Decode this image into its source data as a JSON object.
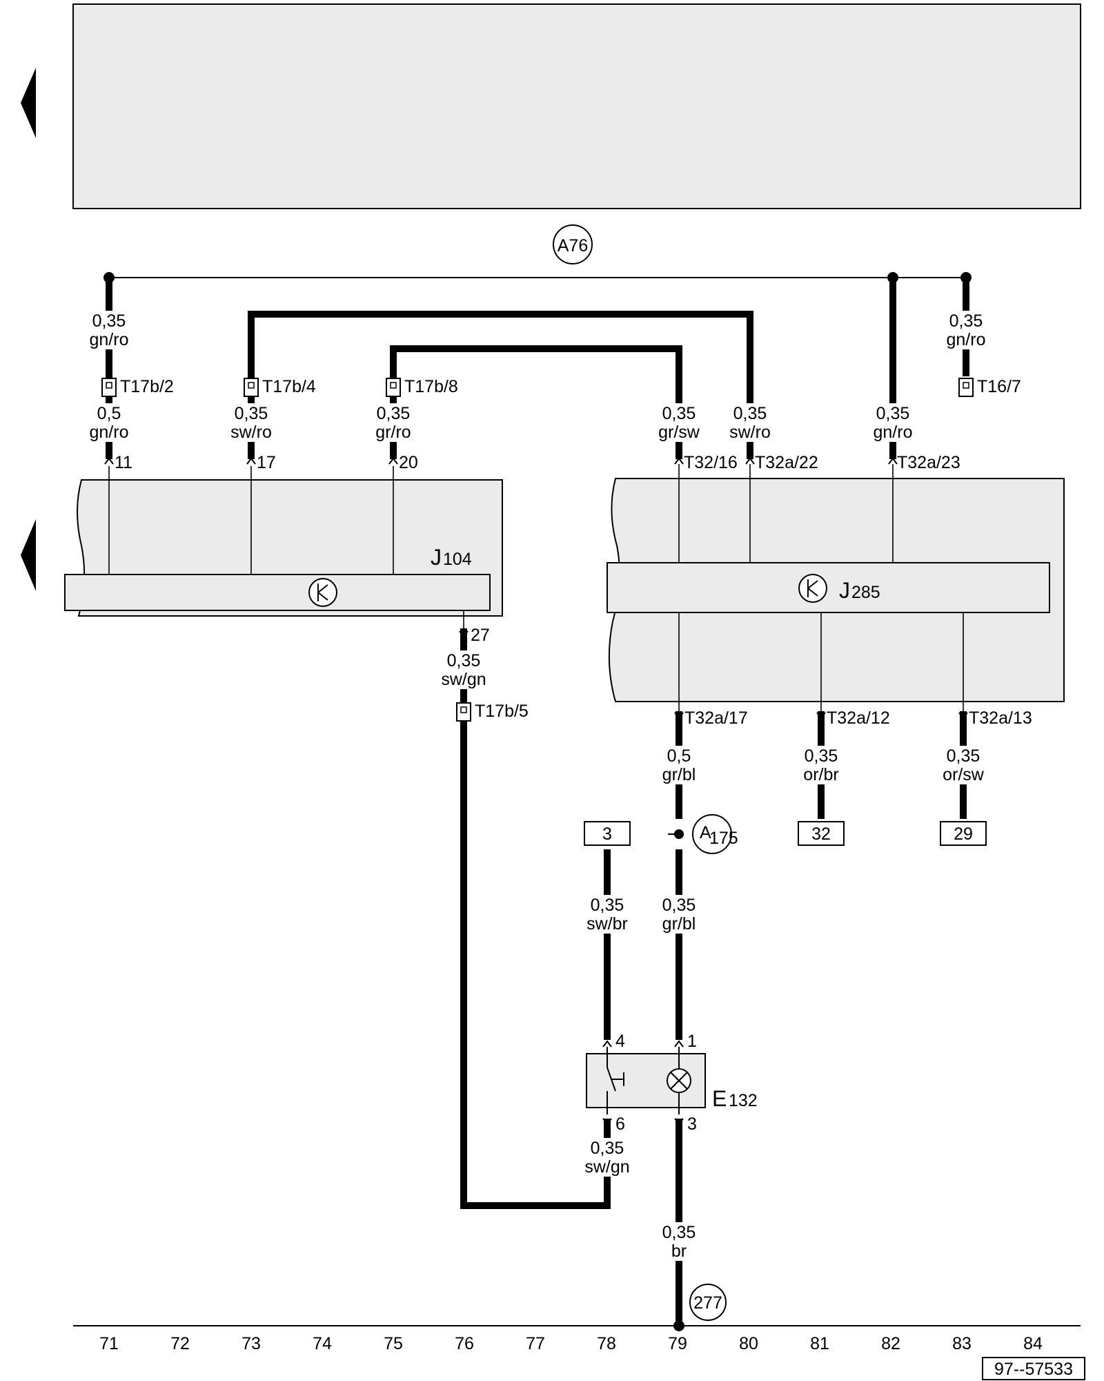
{
  "header": {
    "ground_point": "A76"
  },
  "connectors": [
    {
      "id": "t17b2",
      "label": "T17b/2"
    },
    {
      "id": "t17b4",
      "label": "T17b/4"
    },
    {
      "id": "t17b8",
      "label": "T17b/8"
    },
    {
      "id": "t167",
      "label": "T16/7"
    },
    {
      "id": "t17b5",
      "label": "T17b/5"
    }
  ],
  "wires": [
    {
      "id": "w1",
      "size": "0,35",
      "color": "gn/ro"
    },
    {
      "id": "w2",
      "size": "0,5",
      "color": "gn/ro"
    },
    {
      "id": "w3",
      "size": "0,35",
      "color": "sw/ro"
    },
    {
      "id": "w4",
      "size": "0,35",
      "color": "gr/ro"
    },
    {
      "id": "w5",
      "size": "0,35",
      "color": "gr/sw"
    },
    {
      "id": "w6",
      "size": "0,35",
      "color": "sw/ro"
    },
    {
      "id": "w7",
      "size": "0,35",
      "color": "gn/ro"
    },
    {
      "id": "w8",
      "size": "0,35",
      "color": "gn/ro"
    },
    {
      "id": "w9",
      "size": "0,35",
      "color": "sw/gn"
    },
    {
      "id": "w10",
      "size": "0,5",
      "color": "gr/bl"
    },
    {
      "id": "w11",
      "size": "0,35",
      "color": "or/br"
    },
    {
      "id": "w12",
      "size": "0,35",
      "color": "or/sw"
    },
    {
      "id": "w13",
      "size": "0,35",
      "color": "sw/br"
    },
    {
      "id": "w14",
      "size": "0,35",
      "color": "gr/bl"
    },
    {
      "id": "w15",
      "size": "0,35",
      "color": "sw/gn"
    },
    {
      "id": "w16",
      "size": "0,35",
      "color": "br"
    }
  ],
  "pins": {
    "j104_11": "11",
    "j104_17": "17",
    "j104_20": "20",
    "j104_27": "27",
    "j285_t32_16": "T32/16",
    "j285_t32a_22": "T32a/22",
    "j285_t32a_23": "T32a/23",
    "j285_t32a_17": "T32a/17",
    "j285_t32a_12": "T32a/12",
    "j285_t32a_13": "T32a/13",
    "e132_4": "4",
    "e132_1": "1",
    "e132_6": "6",
    "e132_3": "3"
  },
  "components": {
    "j104": {
      "letter": "J",
      "number": "104"
    },
    "j285": {
      "letter": "J",
      "number": "285"
    },
    "e132": {
      "letter": "E",
      "number": "132"
    }
  },
  "refs": {
    "box_3": "3",
    "box_32": "32",
    "box_29": "29",
    "a175": {
      "letter": "A",
      "number": "175"
    },
    "ground_277": "277"
  },
  "columns": [
    "71",
    "72",
    "73",
    "74",
    "75",
    "76",
    "77",
    "78",
    "79",
    "80",
    "81",
    "82",
    "83",
    "84"
  ],
  "footer": {
    "figure_code": "97--57533"
  }
}
